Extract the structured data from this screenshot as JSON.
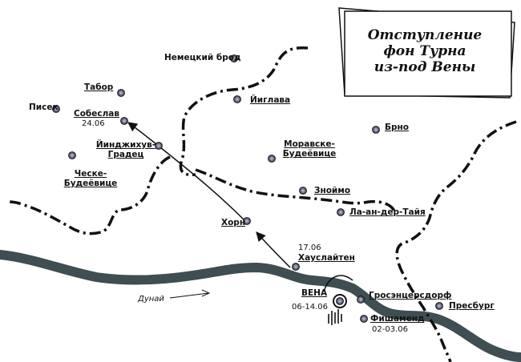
{
  "title": {
    "lines": [
      "Отступление",
      "фон Турна",
      "из-под Вены"
    ]
  },
  "places": {
    "nemecky_brod": "Немецкий брод",
    "tabor": "Табор",
    "pisek": "Писек",
    "sobeslav": "Собеслав",
    "sobeslav_date": "24.06",
    "jihlava": "Йиглава",
    "brno": "Брно",
    "jindrichuv_1": "Йинджихув-",
    "jindrichuv_2": "Градец",
    "moravske_1": "Моравске-",
    "moravske_2": "Будеёвице",
    "ceske_1": "Ческе-",
    "ceske_2": "Будеёвице",
    "znojmo": "Зноймо",
    "laa": "Ла-ан-дер-Тайя",
    "horn": "Хорн",
    "hauslaiten_date": "17.06",
    "hauslaiten": "Хауслайтен",
    "vena": "ВЕНА",
    "vena_dates": "06-14.06",
    "grossenzersdorf": "Гросэнцерсдорф",
    "fishamend": "Фишаменд",
    "fishamend_dates": "02-03.06",
    "presburg": "Пресбург"
  },
  "river": {
    "name": "Дунай"
  },
  "icons": {
    "town": "town-marker",
    "capital": "capital-marker",
    "battle": "battle-icon"
  },
  "colors": {
    "river": "#3e4e52",
    "border": "#111111",
    "route": "#111111",
    "marker": "#6f6f8a"
  }
}
